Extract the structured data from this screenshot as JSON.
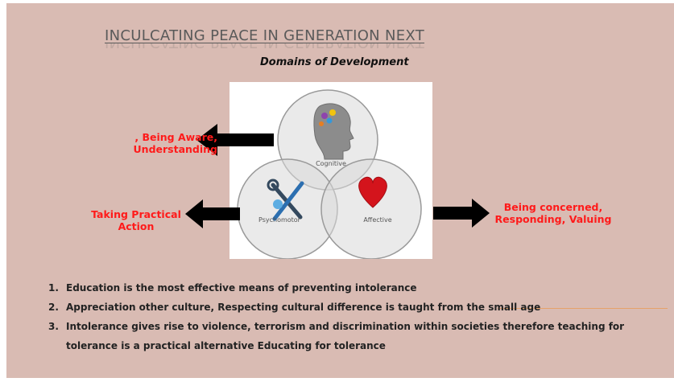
{
  "slide": {
    "title": "INCULCATING PEACE IN GENERATION NEXT",
    "subtitle": "Domains of Development"
  },
  "diagram": {
    "circles": [
      {
        "label": "Cognitive"
      },
      {
        "label": "Psychomotor"
      },
      {
        "label": "Affective"
      }
    ],
    "colors": {
      "circle_fill": "#d9d9d9",
      "circle_stroke": "#9a9a9a",
      "label_color": "#555555"
    }
  },
  "annotations": {
    "cognitive": ", Being Aware,\nUnderstanding",
    "psychomotor": "Taking Practical\nAction",
    "affective": "Being concerned,\nResponding, Valuing"
  },
  "points": [
    {
      "num": "1.",
      "text": "Education is the most effective means of preventing intolerance"
    },
    {
      "num": "2.",
      "text": "Appreciation other culture, Respecting cultural difference is taught from the small age"
    },
    {
      "num": "3.",
      "text": "Intolerance gives rise to  violence, terrorism and discrimination within societies therefore teaching for tolerance is a practical alternative Educating for tolerance"
    }
  ],
  "colors": {
    "background": "#d9bbb3",
    "annotation_red": "#ff1a1a",
    "heart": "#d4141c",
    "arrow": "#000000"
  }
}
